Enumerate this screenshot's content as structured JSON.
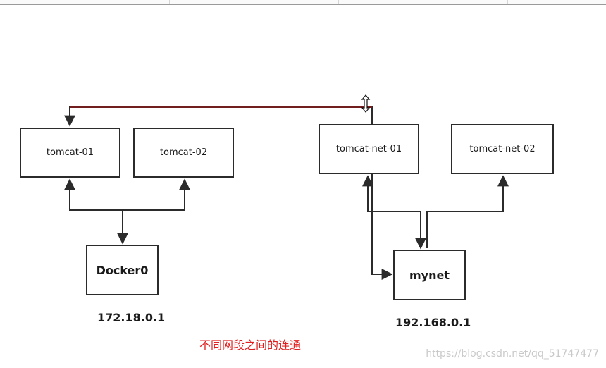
{
  "diagram": {
    "nodes": {
      "tomcat_01": "tomcat-01",
      "tomcat_02": "tomcat-02",
      "tomcat_net_01": "tomcat-net-01",
      "tomcat_net_02": "tomcat-net-02",
      "docker0": "Docker0",
      "mynet": "mynet"
    },
    "ips": {
      "docker0": "172.18.0.1",
      "mynet": "192.168.0.1"
    },
    "caption": "不同网段之间的连通",
    "watermark": "https://blog.csdn.net/qq_51747477",
    "colors": {
      "box_border": "#2b2b2b",
      "connector": "#3a3a3a",
      "cross_link": "#8b1a1a",
      "caption": "#e02020",
      "watermark": "#c9c9c9"
    },
    "cursor_icon": "resize-vertical-icon"
  }
}
